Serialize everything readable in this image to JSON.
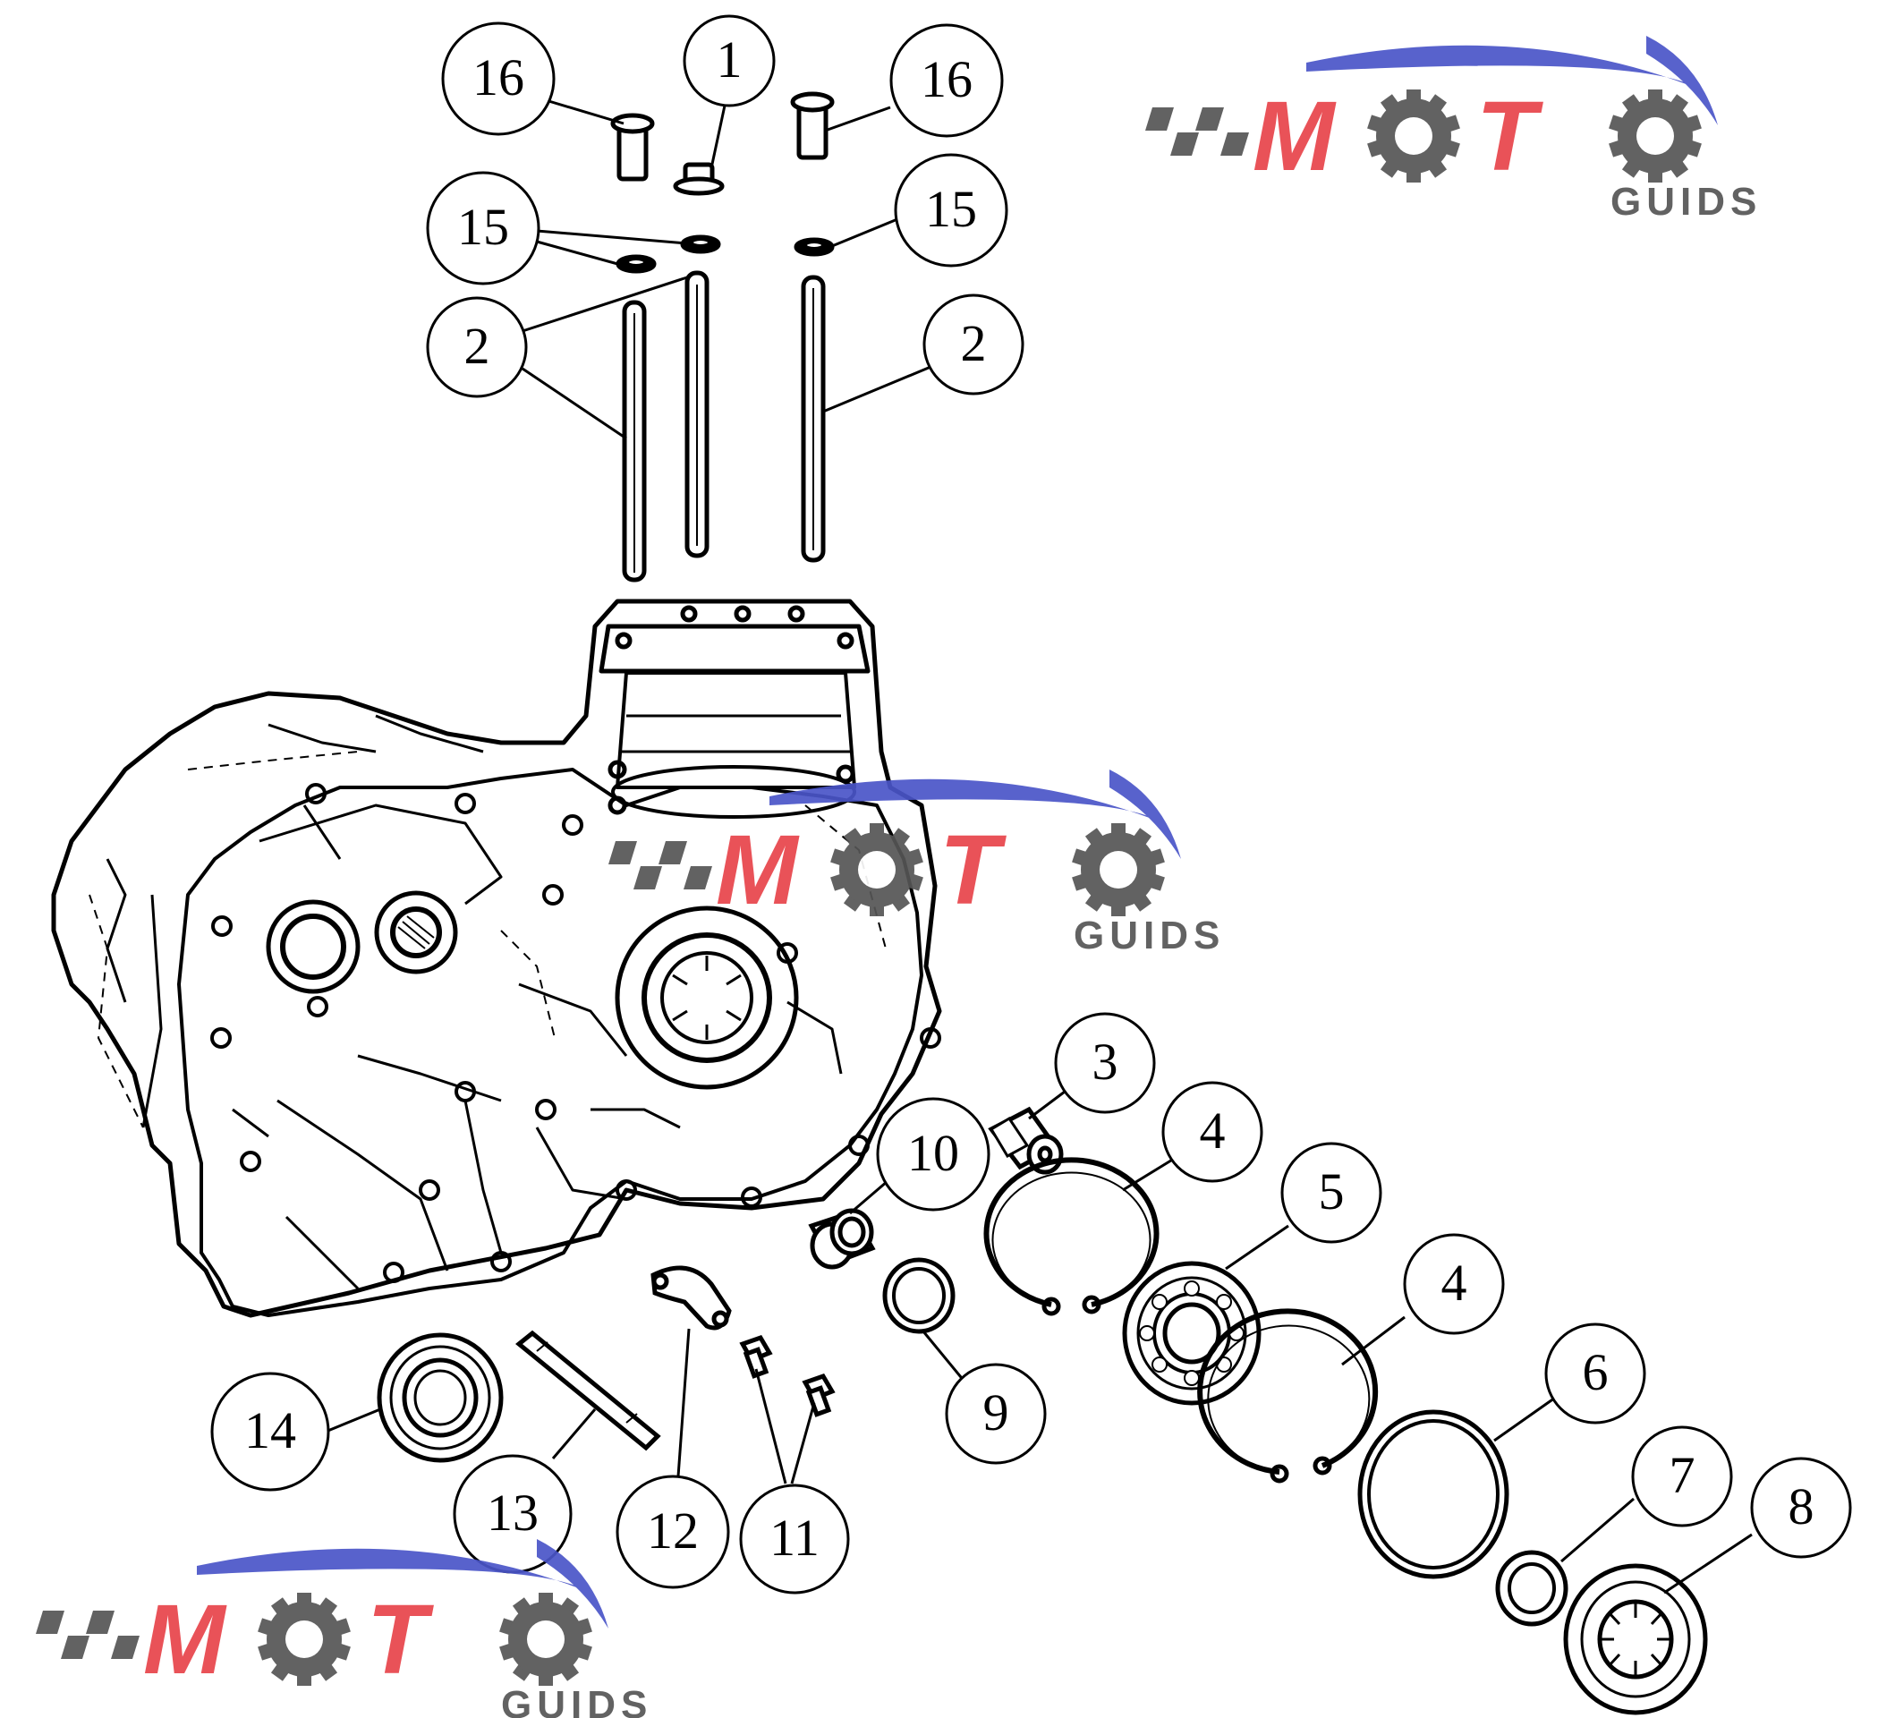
{
  "diagram": {
    "callouts": [
      "16",
      "1",
      "16",
      "15",
      "15",
      "2",
      "2",
      "3",
      "4",
      "10",
      "5",
      "4",
      "9",
      "6",
      "7",
      "8",
      "14",
      "13",
      "12",
      "11"
    ]
  },
  "watermark": {
    "brand": "MOTO",
    "sub": "GUIDS",
    "colors": {
      "red": "#e8444a",
      "blue": "#4a55c8",
      "gray": "#555555"
    }
  }
}
